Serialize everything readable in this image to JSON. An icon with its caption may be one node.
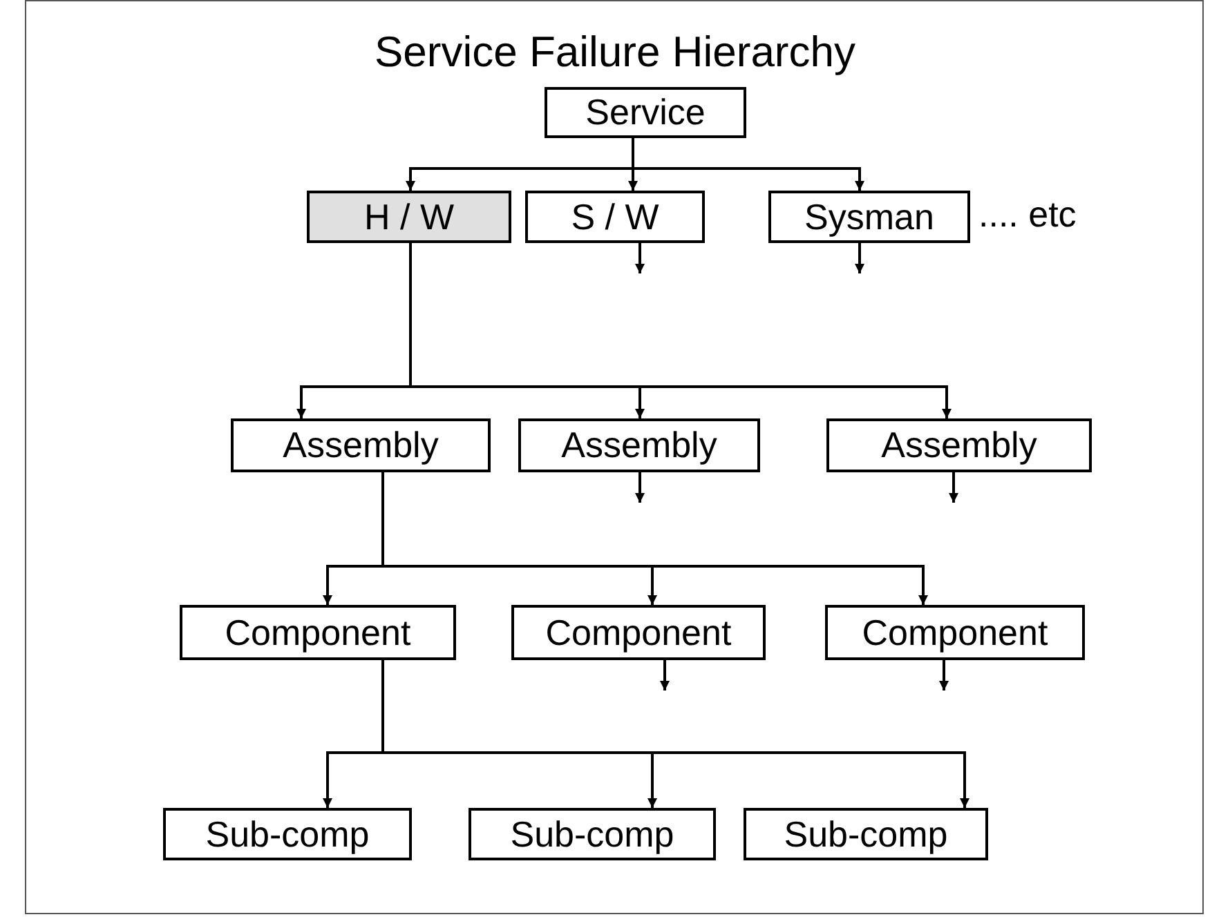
{
  "diagram": {
    "title": "Service Failure Hierarchy",
    "nodes": [
      {
        "text": [
          "Service"
        ]
      },
      {
        "text": [
          "H / W"
        ]
      },
      {
        "text": [
          "S / W"
        ]
      },
      {
        "text": [
          "Sysman"
        ]
      },
      {
        "text": [
          "Assembly"
        ]
      },
      {
        "text": [
          "Assembly"
        ]
      },
      {
        "text": [
          "Assembly"
        ]
      },
      {
        "text": [
          "Component"
        ]
      },
      {
        "text": [
          "Component"
        ]
      },
      {
        "text": [
          "Component"
        ]
      },
      {
        "text": [
          "Sub-comp"
        ]
      },
      {
        "text": [
          "Sub-comp"
        ]
      },
      {
        "text": [
          "Sub-comp"
        ]
      }
    ],
    "edges": [
      {
        "from": 0,
        "to": 1,
        "arrow": "to"
      },
      {
        "from": 0,
        "to": 2,
        "arrow": "to"
      },
      {
        "from": 0,
        "to": 3,
        "arrow": "to"
      },
      {
        "from": 2,
        "to": null,
        "arrow": "to"
      },
      {
        "from": 3,
        "to": null,
        "arrow": "to"
      },
      {
        "from": 1,
        "to": 4,
        "arrow": "to"
      },
      {
        "from": 1,
        "to": 5,
        "arrow": "to"
      },
      {
        "from": 1,
        "to": 6,
        "arrow": "to"
      },
      {
        "from": 5,
        "to": null,
        "arrow": "to"
      },
      {
        "from": 6,
        "to": null,
        "arrow": "to"
      },
      {
        "from": 4,
        "to": 7,
        "arrow": "to"
      },
      {
        "from": 4,
        "to": 8,
        "arrow": "to"
      },
      {
        "from": 4,
        "to": 9,
        "arrow": "to"
      },
      {
        "from": 8,
        "to": null,
        "arrow": "to"
      },
      {
        "from": 9,
        "to": null,
        "arrow": "to"
      },
      {
        "from": 7,
        "to": 10,
        "arrow": "to"
      },
      {
        "from": 7,
        "to": 11,
        "arrow": "to"
      },
      {
        "from": 7,
        "to": 12,
        "arrow": "to"
      }
    ],
    "labels": [
      ".... etc"
    ]
  }
}
